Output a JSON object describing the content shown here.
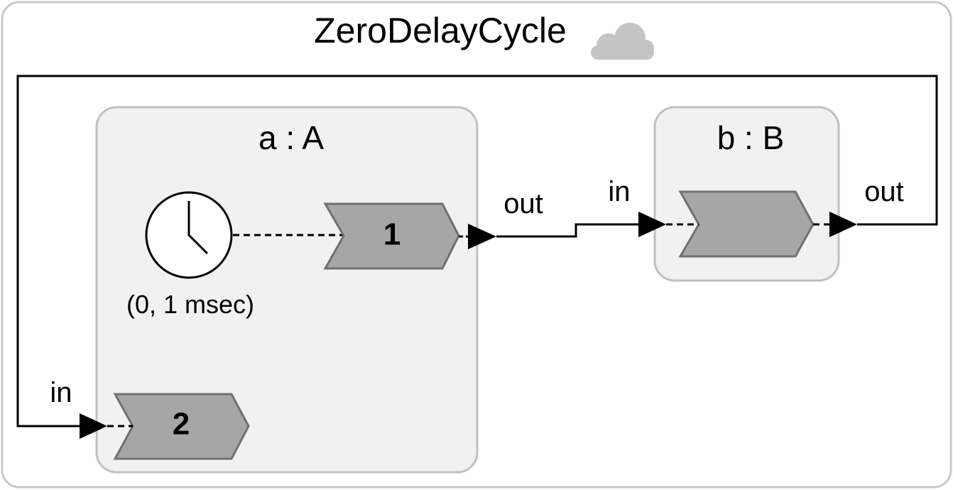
{
  "diagram": {
    "title": "ZeroDelayCycle",
    "title_icon": "cloud-icon",
    "reactors": [
      {
        "id": "a",
        "label": "a : A",
        "timer": {
          "label": "(0, 1 msec)",
          "icon": "clock-icon"
        },
        "reactions": [
          {
            "label": "1"
          },
          {
            "label": "2"
          }
        ],
        "ports": {
          "in": "in",
          "out": "out"
        }
      },
      {
        "id": "b",
        "label": "b : B",
        "reactions": [
          {
            "label": ""
          }
        ],
        "ports": {
          "in": "in",
          "out": "out"
        }
      }
    ],
    "colors": {
      "outer_border": "#c8c8c8",
      "reactor_fill": "#f1f1f1",
      "reactor_border": "#c0c0c0",
      "reaction_fill": "#a6a6a6",
      "reaction_border": "#707070",
      "cloud": "#c4c4c4",
      "wire": "#000000"
    }
  }
}
